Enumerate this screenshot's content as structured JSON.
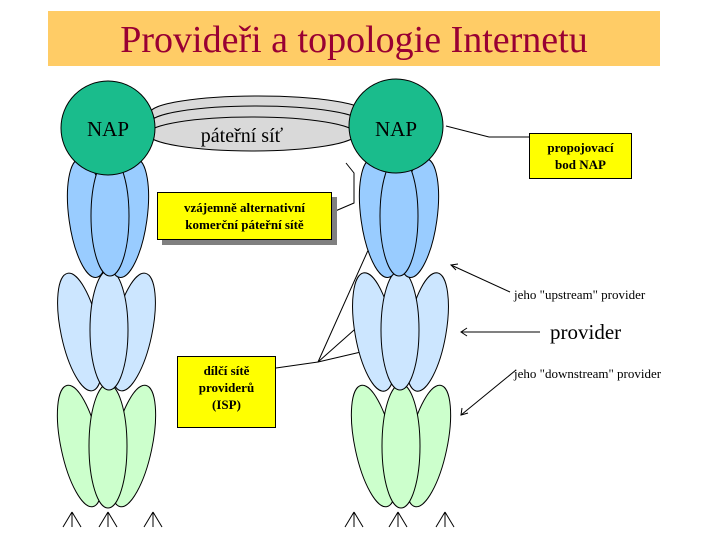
{
  "title": "Provideři a topologie Internetu",
  "nodes": {
    "nap_left": "NAP",
    "nap_right": "NAP",
    "backbone": "páteřní síť"
  },
  "boxes": {
    "propojovaci": [
      "propojovací",
      "bod NAP"
    ],
    "alternativni": [
      "vzájemně alternativní",
      "komerční páteřní sítě"
    ],
    "dilci": [
      "dílčí sítě",
      "providerů",
      "(ISP)"
    ]
  },
  "labels": {
    "upstream": "jeho \"upstream\" provider",
    "provider": "provider",
    "downstream": "jeho \"downstream\" provider"
  },
  "colors": {
    "title_bg": "#ffcc66",
    "title_text": "#990033",
    "nap": "#1abc8c",
    "tier1": "#99ccff",
    "tier2": "#cce6ff",
    "tier3": "#ccffcc",
    "backbone": "#d9d9d9",
    "box": "#ffff00"
  }
}
